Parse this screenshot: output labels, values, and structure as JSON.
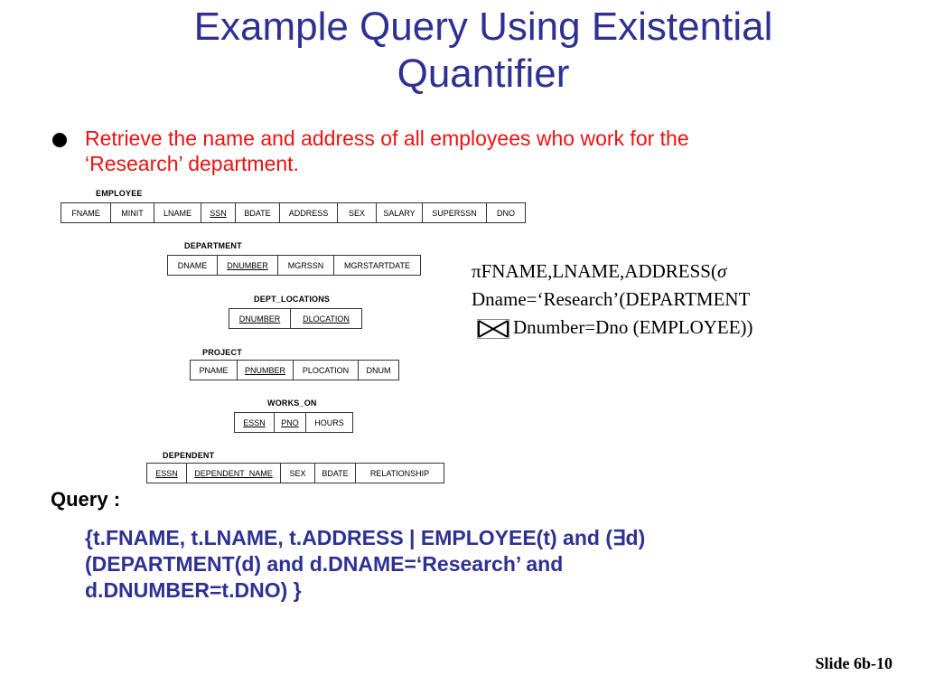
{
  "title": {
    "line1": "Example Query Using Existential",
    "line2": "Quantifier"
  },
  "bullet": {
    "line1": "Retrieve the name and address of all employees who work for the",
    "line2": "‘Research’ department."
  },
  "schema": {
    "employee": {
      "name": "EMPLOYEE",
      "cols": [
        "FNAME",
        "MINIT",
        "LNAME",
        "SSN",
        "BDATE",
        "ADDRESS",
        "SEX",
        "SALARY",
        "SUPERSSN",
        "DNO"
      ]
    },
    "department": {
      "name": "DEPARTMENT",
      "cols": [
        "DNAME",
        "DNUMBER",
        "MGRSSN",
        "MGRSTARTDATE"
      ]
    },
    "dept_locations": {
      "name": "DEPT_LOCATIONS",
      "cols": [
        "DNUMBER",
        "DLOCATION"
      ]
    },
    "project": {
      "name": "PROJECT",
      "cols": [
        "PNAME",
        "PNUMBER",
        "PLOCATION",
        "DNUM"
      ]
    },
    "works_on": {
      "name": "WORKS_ON",
      "cols": [
        "ESSN",
        "PNO",
        "HOURS"
      ]
    },
    "dependent": {
      "name": "DEPENDENT",
      "cols": [
        "ESSN",
        "DEPENDENT_NAME",
        "SEX",
        "BDATE",
        "RELATIONSHIP"
      ]
    }
  },
  "algebra": {
    "pi": "π",
    "line1_text": "FNAME,LNAME,ADDRESS(",
    "sigma": "σ",
    "line2": "Dname=‘Research’(DEPARTMENT",
    "line3_text": "Dnumber=Dno  (EMPLOYEE))"
  },
  "query": {
    "label": "Query :",
    "line1": "{t.FNAME, t.LNAME, t.ADDRESS | EMPLOYEE(t) and (∃d)",
    "line2": "(DEPARTMENT(d) and d.DNAME=‘Research’ and",
    "line3": "d.DNUMBER=t.DNO)  }"
  },
  "slide_number": "Slide 6b-10"
}
